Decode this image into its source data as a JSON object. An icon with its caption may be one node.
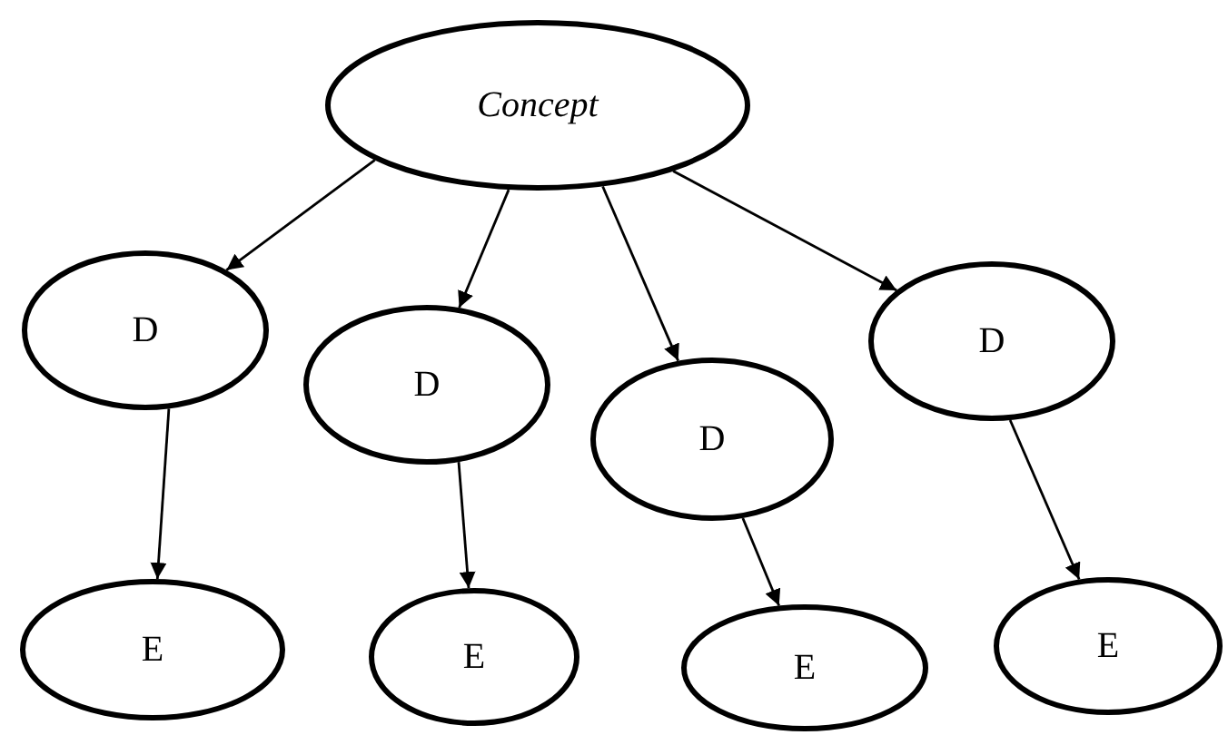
{
  "diagram": {
    "nodes": [
      {
        "text": [
          "Concept"
        ]
      },
      {
        "text": [
          "D"
        ]
      },
      {
        "text": [
          "D"
        ]
      },
      {
        "text": [
          "D"
        ]
      },
      {
        "text": [
          "D"
        ]
      },
      {
        "text": [
          "E"
        ]
      },
      {
        "text": [
          "E"
        ]
      },
      {
        "text": [
          "E"
        ]
      },
      {
        "text": [
          "E"
        ]
      }
    ],
    "edges": [
      {
        "from": 0,
        "to": 1,
        "arrow": "to"
      },
      {
        "from": 0,
        "to": 2,
        "arrow": "to"
      },
      {
        "from": 0,
        "to": 3,
        "arrow": "to"
      },
      {
        "from": 0,
        "to": 4,
        "arrow": "to"
      },
      {
        "from": 1,
        "to": 5,
        "arrow": "to"
      },
      {
        "from": 2,
        "to": 6,
        "arrow": "to"
      },
      {
        "from": 3,
        "to": 7,
        "arrow": "to"
      },
      {
        "from": 4,
        "to": 8,
        "arrow": "to"
      }
    ]
  }
}
